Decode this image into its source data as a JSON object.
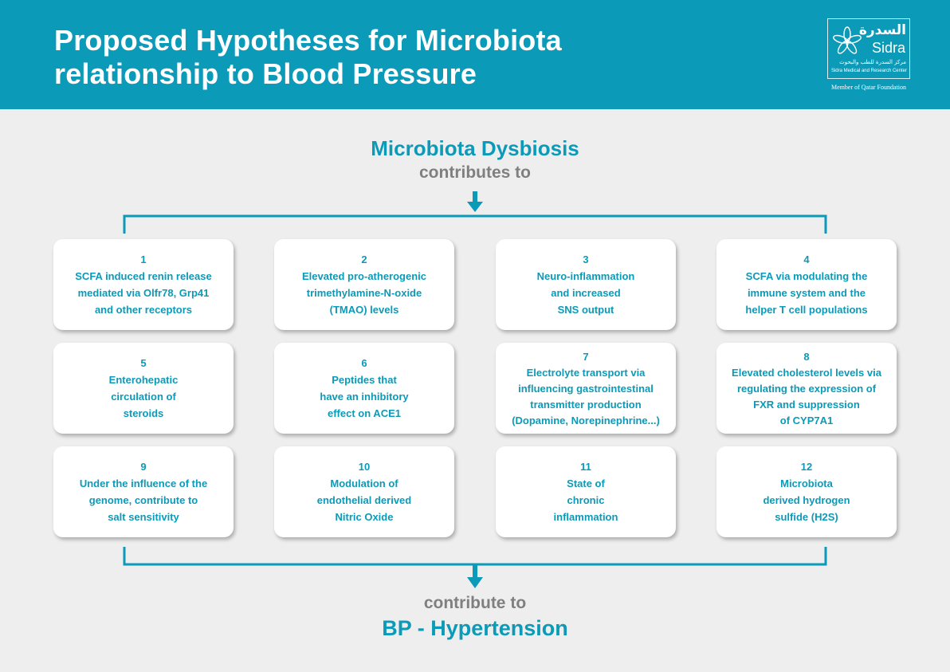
{
  "header": {
    "title_line1": "Proposed Hypotheses for Microbiota",
    "title_line2": "relationship to Blood Pressure",
    "logo": {
      "arabic": "السدرة",
      "name": "Sidra",
      "arabic_sub": "مركز السدرة للطب والبحوث",
      "subtitle": "Sidra Medical and Research Center",
      "member": "Member of Qatar Foundation"
    }
  },
  "flow": {
    "source": "Microbiota Dysbiosis",
    "source_sub": "contributes to",
    "target_sub": "contribute to",
    "target": "BP - Hypertension"
  },
  "hypotheses": [
    {
      "number": "1",
      "text": "SCFA induced renin release\nmediated via Olfr78, Grp41\nand other receptors"
    },
    {
      "number": "2",
      "text": "Elevated pro-atherogenic\ntrimethylamine-N-oxide\n(TMAO) levels"
    },
    {
      "number": "3",
      "text": "Neuro-inflammation\nand increased\nSNS output"
    },
    {
      "number": "4",
      "text": "SCFA via modulating the\nimmune system and the\nhelper T cell populations"
    },
    {
      "number": "5",
      "text": "Enterohepatic\ncirculation of\nsteroids"
    },
    {
      "number": "6",
      "text": "Peptides that\nhave an inhibitory\neffect on ACE1"
    },
    {
      "number": "7",
      "text": "Electrolyte transport via\ninfluencing gastrointestinal\ntransmitter production\n(Dopamine, Norepinephrine...)"
    },
    {
      "number": "8",
      "text": "Elevated cholesterol levels via\nregulating the expression of\nFXR and suppression\nof CYP7A1"
    },
    {
      "number": "9",
      "text": "Under the influence of the\ngenome, contribute to\nsalt sensitivity"
    },
    {
      "number": "10",
      "text": "Modulation of\nendothelial derived\nNitric Oxide"
    },
    {
      "number": "11",
      "text": "State of\nchronic\ninflammation"
    },
    {
      "number": "12",
      "text": "Microbiota\nderived hydrogen\nsulfide (H2S)"
    }
  ],
  "colors": {
    "accent": "#0b9ab8",
    "background": "#eeeeee",
    "muted_text": "#7f7f7f",
    "box": "#ffffff"
  }
}
